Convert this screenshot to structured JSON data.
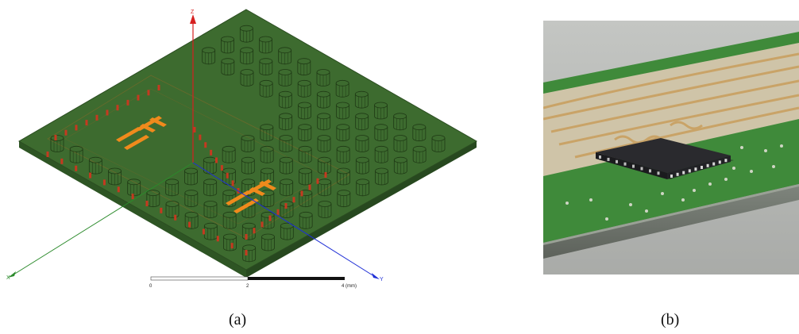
{
  "panels": {
    "a": {
      "caption": "(a)",
      "axes": {
        "z": "Z",
        "x": "X",
        "y": "Y"
      },
      "scale_bar": {
        "ticks": [
          "0",
          "2",
          "4 (mm)"
        ]
      },
      "colors": {
        "substrate_top": "#3d6b2f",
        "substrate_edge": "#2e5524",
        "via": "#1f3a15",
        "via_wall": "#c43a20",
        "pattern": "#f08a1c",
        "z_axis": "#d62020",
        "x_axis": "#2b8a2b",
        "y_axis": "#1f2fd6"
      }
    },
    "b": {
      "caption": "(b)",
      "colors": {
        "board": "#3f8a3a",
        "gold": "#c9a060",
        "chip": "#2a2a2e",
        "background": "#b7b9b6"
      }
    }
  }
}
